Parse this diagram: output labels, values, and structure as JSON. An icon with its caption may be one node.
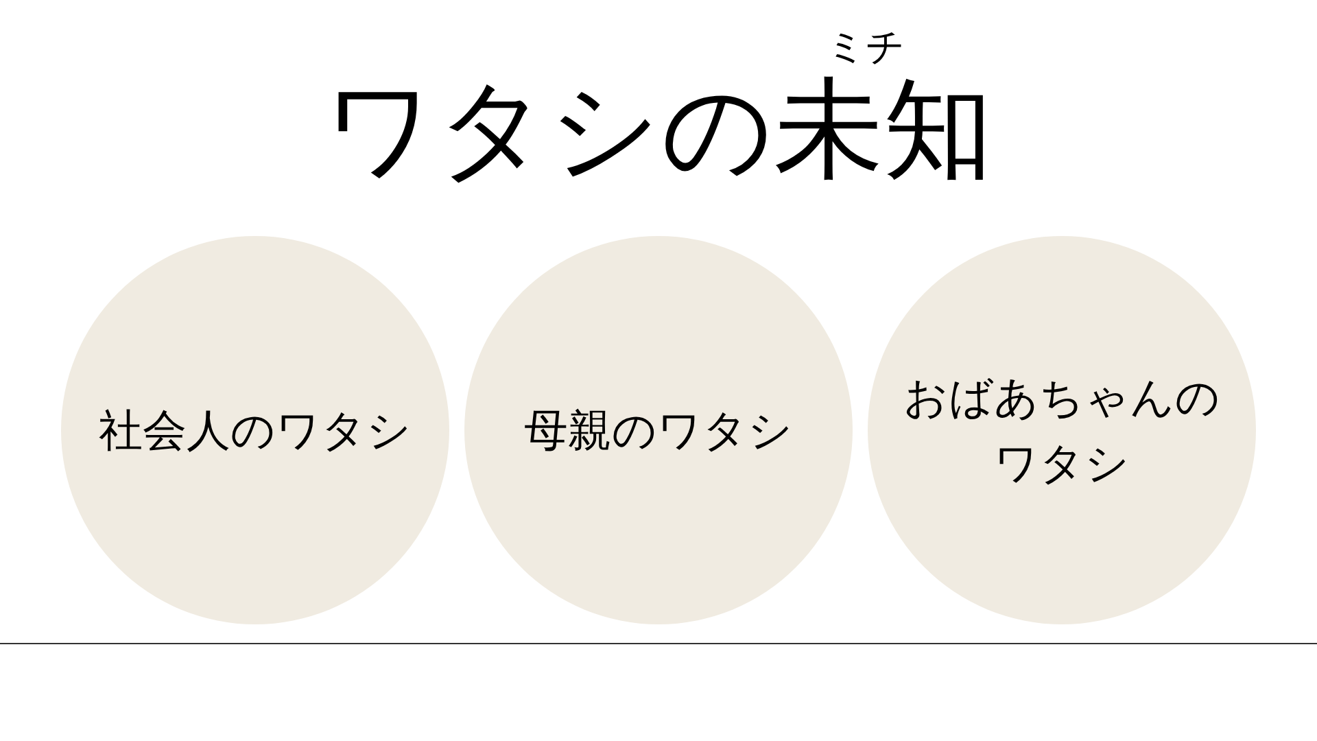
{
  "diagram": {
    "title": "ワタシの未知",
    "nodes": [
      {
        "text": [
          "社会人のワタシ"
        ]
      },
      {
        "text": [
          "母親のワタシ"
        ]
      },
      {
        "text": [
          "おばあちゃんのワタシ"
        ]
      }
    ],
    "labels": [
      "ミチ"
    ]
  }
}
